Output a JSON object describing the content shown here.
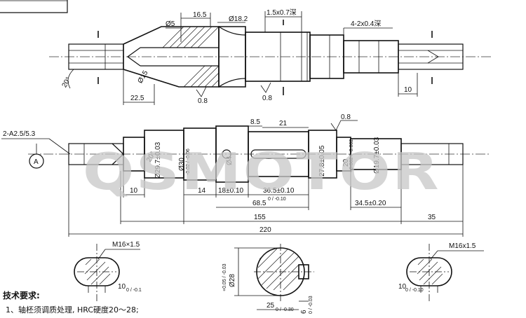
{
  "watermark": "QSMOTOR",
  "datum_label": "A",
  "center_hole_spec": "2-A2.5/5.3",
  "dims_top": {
    "phi5": "Ø5",
    "d16_5": "16.5",
    "phi18_2": "Ø18.2",
    "groove": "1.5x0.7深",
    "grooves2": "4-2x0.4深",
    "angle20": "20°",
    "d22_5": "22.5",
    "d10_top": "10",
    "phi15": "Ø15",
    "rough_a": "0.8",
    "rough_b": "0.8"
  },
  "dims_main": {
    "d8_5": "8.5",
    "d21": "21",
    "rough_c": "0.8",
    "angle20b": "20°",
    "phi29_7": "Ø29.7±0.03",
    "phi30": "Ø30",
    "phi30_tol": "-0.02 / -0.06",
    "phi4": "Ø4",
    "d27_8": "27.8±0.05",
    "phi20": "20",
    "phi20_tol": "+0.002 / -0.002",
    "phi19_7": "Ø19.7±0.03",
    "d10": "10",
    "d14": "14",
    "d18": "18±0.10",
    "d36_5": "36.5±0.10",
    "d68_5": "68.5",
    "d68_5_tol": "0 / -0.10",
    "d34_5": "34.5±0.20",
    "d155": "155",
    "d35": "35",
    "d220": "220"
  },
  "sections": {
    "left_thread": "M16×1.5",
    "left_flat": "10",
    "left_flat_tol": "0 / -0.1",
    "mid_dia": "Ø28",
    "mid_dia_tol": "+0.05 / -0.03",
    "mid_width": "25",
    "mid_width_tol": "0 / -0.30",
    "mid_key": "6",
    "mid_key_tol": "0 / -0.03",
    "right_thread": "M16x1.5",
    "right_flat": "10",
    "right_flat_tol": "0 / -0.10"
  },
  "notes": {
    "title": "技术要求:",
    "item1": "1、轴柸须调质处理, HRC硬度20～28;"
  }
}
